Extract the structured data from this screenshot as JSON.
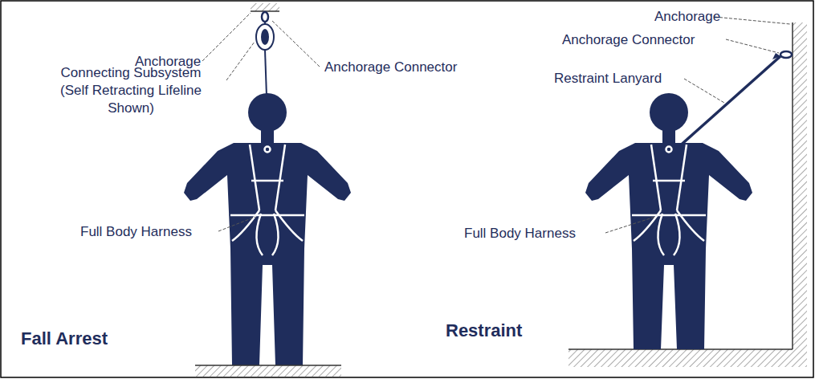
{
  "diagram": {
    "labels": [
      "Anchorage",
      "Anchorage Connector",
      "Connecting Subsystem (Self Retracting Lifeline Shown)",
      "Full Body Harness",
      "Fall Arrest",
      "Anchorage",
      "Anchorage Connector",
      "Restraint Lanyard",
      "Full Body Harness",
      "Restraint"
    ]
  }
}
